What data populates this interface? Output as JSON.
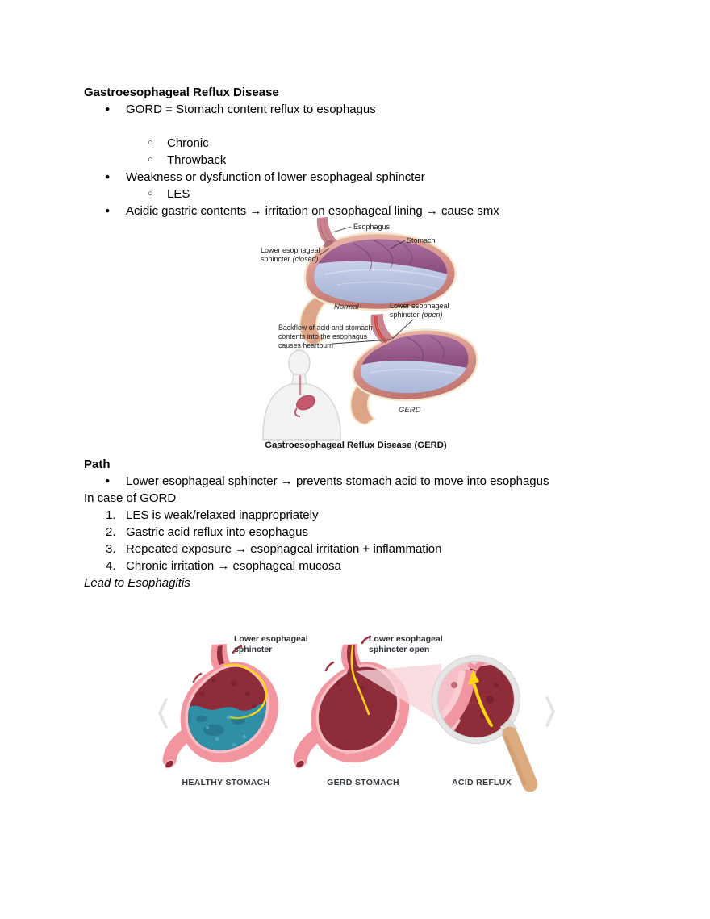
{
  "doc": {
    "markers": {
      "bullet": "●",
      "circle": "○",
      "num1": "1.",
      "num2": "2.",
      "num3": "3.",
      "num4": "4."
    },
    "heading": "Gastroesophageal Reflux Disease",
    "bullets": {
      "gord": "GORD = Stomach content reflux to esophagus",
      "chronic": "Chronic",
      "throwback": "Throwback",
      "weakness": "Weakness or dysfunction of lower esophageal sphincter",
      "les": "LES",
      "acidic": "Acidic gastric contents → irritation on esophageal lining → cause smx"
    },
    "path_heading": "Path",
    "path_bullet": "Lower esophageal sphincter → prevents stomach acid to move into esophagus",
    "in_case_heading": "In case of GORD",
    "numbered": {
      "n1": "LES is weak/relaxed inappropriately",
      "n2": "Gastric acid reflux into esophagus",
      "n3": "Repeated exposure → esophageal irritation + inflammation",
      "n4": "Chronic irritation → esophageal mucosa"
    },
    "lead": "Lead to Esophagitis"
  },
  "figure1": {
    "labels": {
      "esophagus": "Esophagus",
      "stomach": "Stomach",
      "les_closed_line1": "Lower esophageal",
      "les_closed_line2": "sphincter",
      "les_closed_state": "(closed)",
      "normal": "Normal",
      "les_open_line1": "Lower esophageal",
      "les_open_line2": "sphincter",
      "les_open_state": "(open)",
      "backflow_line1": "Backflow of acid and stomach",
      "backflow_line2": "contents into the esophagus",
      "backflow_line3": "causes heartburn",
      "gerd": "GERD",
      "caption": "Gastroesophageal Reflux Disease (GERD)"
    },
    "colors": {
      "stomach_wall": "#d9958e",
      "stomach_interior": "#8e5280",
      "fluid": "#aeb9da",
      "outline_cream": "#f3e7cd",
      "esophagus": "#c9848d",
      "duodenum": "#dca588",
      "reflux_red": "#c23b35",
      "torso_gray": "#f3f3f3"
    }
  },
  "figure2": {
    "labels": {
      "p1_line1": "Lower esophageal",
      "p1_line2": "sphincter",
      "p2_line1": "Lower esophageal",
      "p2_line2": "sphincter open",
      "caption1": "HEALTHY STOMACH",
      "caption2": "GERD STOMACH",
      "caption3": "ACID REFLUX"
    },
    "colors": {
      "wall_pink": "#f2959f",
      "lining_pink": "#f8bdc5",
      "cavity_red": "#8e2c3a",
      "fluid_teal": "#2e8fa6",
      "acid_yellow": "#ffd514",
      "handle_tan": "#dcab80",
      "beam_pink": "#f7d4da",
      "rim_gray": "#e6e6e6"
    }
  }
}
